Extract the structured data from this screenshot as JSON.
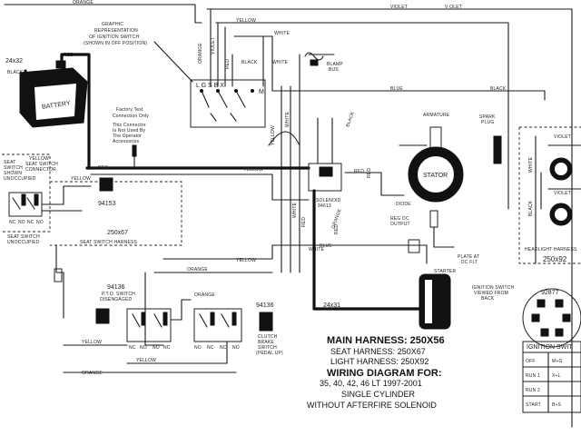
{
  "wire_labels": {
    "orange_top": "ORANGE",
    "violet_top": "VIOLET",
    "violet_top2": "V OLET",
    "yellow_top": "YELLOW",
    "white_top": "WHITE",
    "white_mid": "WHITE",
    "red_left": "RED",
    "red_battery": "RED",
    "red_solenoid": "RED",
    "red_mid": "RED",
    "red_right": "RED",
    "black_top": "BLACK",
    "black_mid": "BLACK",
    "black_right": "BLACK",
    "blue_top": "BLUE",
    "blue_mid": "BLUE",
    "orange_mid": "ORANGE",
    "orange_low": "ORANGE",
    "orange_bottom": "ORANGE",
    "yellow_left": "YELLOW",
    "yellow_mid": "YELLOW",
    "yellow_low": "YELLOW",
    "yellow_bottom": "YELLOW",
    "white_vert": "WHITE",
    "yellow_vert": "YELLOW",
    "violet_vert": "VIOLET",
    "orange_vert": "ORANGE",
    "red_vert": "RED",
    "white_lower": "WHITE",
    "yellow_lower": "YELLOW",
    "red_lower": "RED",
    "violet_lower": "VIOLET",
    "violet_right": "VIOLET",
    "white_right": "WHITE",
    "violet_right2": "VIOLET",
    "black_right2": "BLACK",
    "orange_solenoid": "ORANGE",
    "red_solenoid2": "RED",
    "white_sw": "WHITE"
  },
  "components": {
    "ignition_note": [
      "GRAPHIC",
      "REPRESENTATION",
      "OF IGNITION SWITCH",
      "(SHOWN IN OFF POSITION)"
    ],
    "battery_size": "24x32",
    "battery_black": "BLACK",
    "battery_word": "BATTERY",
    "factory_test": [
      "Factory Test",
      "Connection Only"
    ],
    "factory_test_note": [
      "This Connector",
      "Is Not Used By",
      "The Operator",
      "Accessories"
    ],
    "switch_terminals": "L  G  S  B  X",
    "switch_m": "M",
    "clamp": [
      "BLAMP",
      "BUS"
    ],
    "seat_switch": [
      "SEAT",
      "SWITCH",
      "SHOWN",
      "UNOCCUPIED"
    ],
    "seat_switch_connector": [
      "YELLOW",
      "SEAT SWITCH",
      "CONNECTOR"
    ],
    "nc_no": [
      "NC",
      "NO",
      "NC",
      "NO"
    ],
    "seat_switch_caption": [
      "SEAT SWITCH",
      "UNOCCUPIED"
    ],
    "part_94153": "94153",
    "part_250x67": "250x67",
    "seat_harness": "SEAT SWITCH HARNESS",
    "solenoid": [
      "SOLENOID",
      "94613"
    ],
    "starter": "STARTER",
    "diode": "DIODE",
    "regulator": [
      "REG DC",
      "OUTPUT"
    ],
    "plate": [
      "PLATE AT",
      "DC FLT"
    ],
    "armature": "ARMATURE",
    "spark": [
      "SPARK",
      "PLUG"
    ],
    "stator": "STATOR",
    "headlight_harness": [
      "HEADLIGHT HARNESS",
      "250x92"
    ],
    "ign_view": [
      "IGNITION SWITCH",
      "VIEWED FROM",
      "BACK"
    ],
    "part_92877": "92877",
    "pto_switch": [
      "94136",
      "P.T.O. SWITCH",
      "DISENGAGED"
    ],
    "clutch_brake": [
      "94136",
      "CLUTCH",
      "BRAKE",
      "SWITCH",
      "(PEDAL UP)"
    ],
    "wire_24x31": "24x31",
    "nc_pto": [
      "NC",
      "NO",
      "NO",
      "NC"
    ],
    "nc_clutch": [
      "NO",
      "NC",
      "NC",
      "NO"
    ]
  },
  "title_block": {
    "main_harness": "MAIN HARNESS: 250X56",
    "seat_harness": "SEAT HARNESS: 250X67",
    "light_harness": "LIGHT HARNESS: 250X92",
    "wiring_for": "WIRING DIAGRAM FOR:",
    "models": "35, 40, 42, 46 LT 1997-2001",
    "cylinder": "SINGLE CYLINDER",
    "without": "WITHOUT AFTERFIRE SOLENOID"
  },
  "ignition_table": {
    "title": "IGNITION SWIT",
    "rows": [
      {
        "pos": "OFF",
        "val": "M+G"
      },
      {
        "pos": "RUN 1",
        "val": "X+L"
      },
      {
        "pos": "RUN 2",
        "val": ""
      },
      {
        "pos": "START",
        "val": "B+S"
      }
    ]
  }
}
